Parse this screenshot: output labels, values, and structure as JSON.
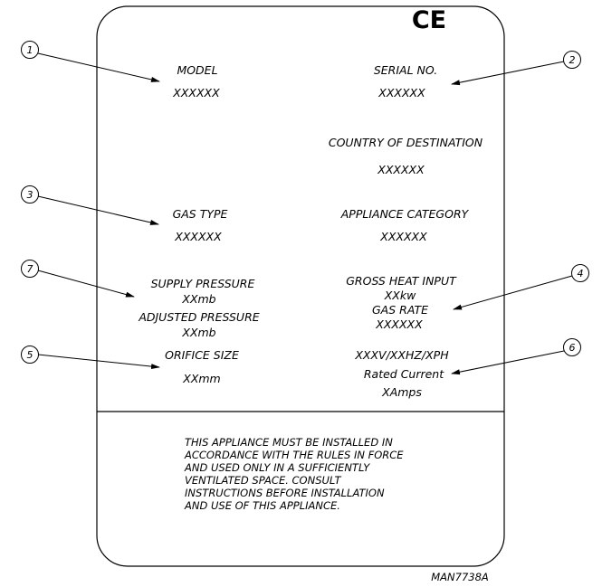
{
  "ce_mark": "CE",
  "fields": {
    "model_label": "MODEL",
    "model_value": "XXXXXX",
    "serial_label": "SERIAL NO.",
    "serial_value": "XXXXXX",
    "country_label": "COUNTRY OF DESTINATION",
    "country_value": "XXXXXX",
    "gas_type_label": "GAS TYPE",
    "gas_type_value": "XXXXXX",
    "appliance_category_label": "APPLIANCE CATEGORY",
    "appliance_category_value": "XXXXXX",
    "supply_pressure_label": "SUPPLY PRESSURE",
    "supply_pressure_value": "XXmb",
    "adjusted_pressure_label": "ADJUSTED PRESSURE",
    "adjusted_pressure_value": "XXmb",
    "gross_heat_input_label": "GROSS HEAT INPUT",
    "gross_heat_input_value": "XXkw",
    "gas_rate_label": "GAS RATE",
    "gas_rate_value": "XXXXXX",
    "orifice_size_label": "ORIFICE SIZE",
    "orifice_size_value": "XXmm",
    "electrical_rating": "XXXV/XXHZ/XPH",
    "rated_current_label": "Rated Current",
    "rated_current_value": "XAmps"
  },
  "warning_lines": [
    "THIS APPLIANCE MUST BE INSTALLED IN",
    "ACCORDANCE WITH THE RULES IN FORCE",
    "AND USED ONLY IN A SUFFICIENTLY",
    "VENTILATED SPACE. CONSULT",
    "INSTRUCTIONS BEFORE INSTALLATION",
    "AND USE OF THIS APPLIANCE."
  ],
  "callouts": [
    "1",
    "2",
    "3",
    "4",
    "5",
    "6",
    "7"
  ],
  "drawing_ref": "MAN7738A"
}
